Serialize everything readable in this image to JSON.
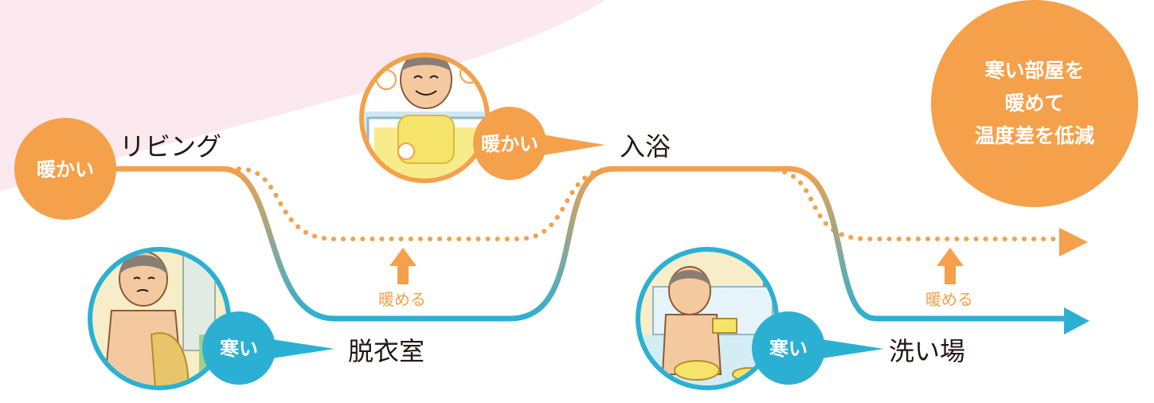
{
  "colors": {
    "warm": "#f5a04a",
    "cold": "#2bb0d4",
    "pink_bg": "#fbe9ef",
    "text": "#231815",
    "white": "#ffffff",
    "skin": "#f4c9a0",
    "towel": "#f6e36a",
    "tile": "#d4edf5",
    "wall": "#f7edc8"
  },
  "rooms": {
    "living": "リビング",
    "bath": "入浴",
    "dressing": "脱衣室",
    "washing": "洗い場"
  },
  "badges": {
    "warm_living": "暖かい",
    "warm_bath": "暖かい",
    "cold_dressing": "寒い",
    "cold_washing": "寒い"
  },
  "arrows": {
    "heat_left": "暖める",
    "heat_right": "暖める"
  },
  "tip": {
    "line1": "寒い部屋を",
    "line2": "暖めて",
    "line3": "温度差を低減"
  },
  "illustrations": {
    "bath": "man-relaxing-in-bathtub",
    "dressing": "cold-man-undressing",
    "washing": "cold-man-washing-on-stool"
  }
}
